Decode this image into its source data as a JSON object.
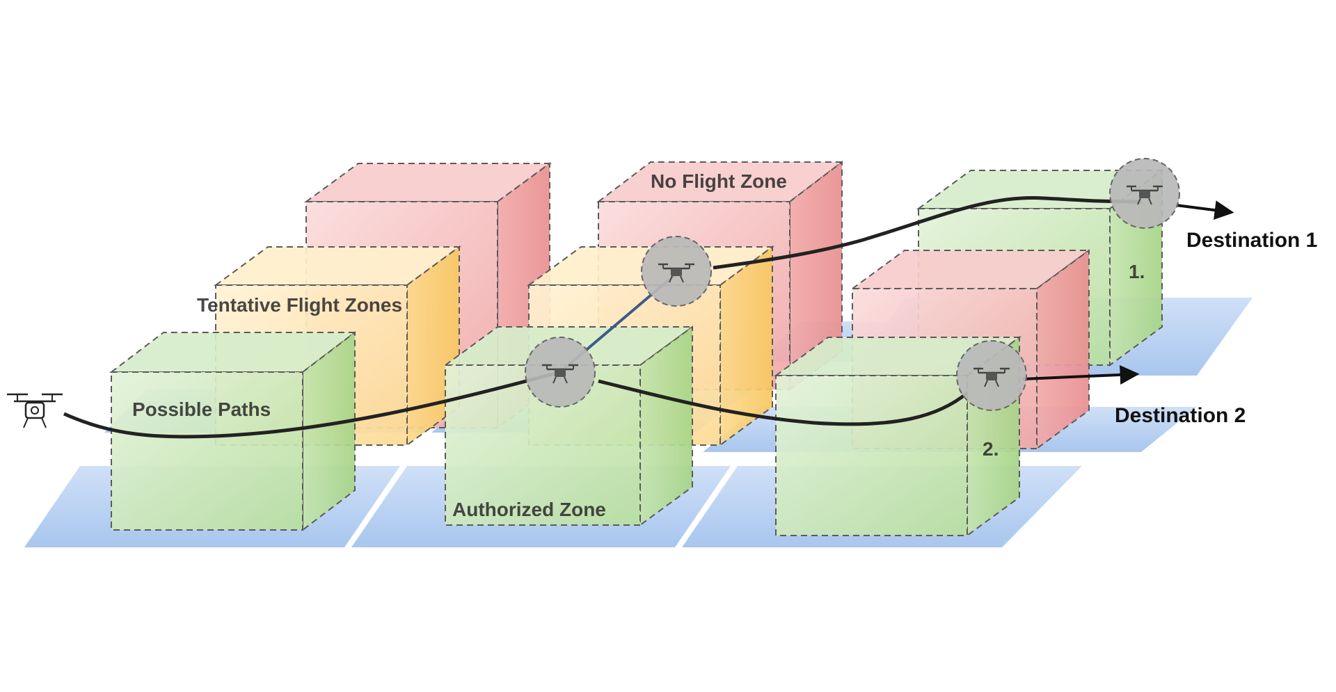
{
  "labels": {
    "no_flight_zone": "No Flight Zone",
    "tentative_flight_zones": "Tentative Flight Zones",
    "possible_paths": "Possible Paths",
    "authorized_zone": "Authorized Zone",
    "destination_1": "Destination 1",
    "destination_2": "Destination 2",
    "path_1": "1.",
    "path_2": "2."
  },
  "colors": {
    "authorized_zone": "#c8e6b8",
    "tentative_zone": "#fde2a8",
    "no_flight_zone": "#f3b7b7",
    "ground_tile": "#b9d3f3",
    "drone_waypoint": "#b8b8b8",
    "path_line": "#222222"
  },
  "icons": {
    "origin": "drone-icon",
    "waypoint": "drone-icon"
  }
}
